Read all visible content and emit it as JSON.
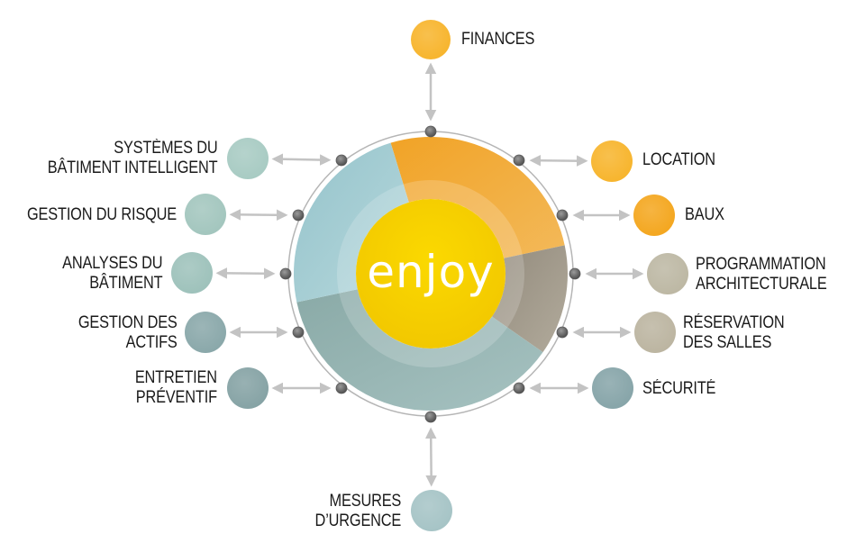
{
  "diagram": {
    "center_label": "enjoy",
    "colors": {
      "center": "#f7d100",
      "orange": "#f1a326",
      "taupe": "#a49c8c",
      "teal_dark": "#8fadaa",
      "light_blue": "#a8ced4",
      "node": "#6f6f6f",
      "ring": "#b5b5b5",
      "connector": "#c3c3c3"
    },
    "modules": [
      {
        "id": "finances",
        "lines": [
          "FINANCES"
        ],
        "color": "#f7b52e",
        "side": "top"
      },
      {
        "id": "location",
        "lines": [
          "LOCATION"
        ],
        "color": "#f7b52e",
        "side": "right"
      },
      {
        "id": "baux",
        "lines": [
          "BAUX"
        ],
        "color": "#f4a720",
        "side": "right"
      },
      {
        "id": "programmation-architecturale",
        "lines": [
          "PROGRAMMATION",
          "ARCHITECTURALE"
        ],
        "color": "#bdb8a4",
        "side": "right"
      },
      {
        "id": "reservation-des-salles",
        "lines": [
          "RÉSERVATION",
          "DES SALLES"
        ],
        "color": "#bcb5a1",
        "side": "right"
      },
      {
        "id": "securite",
        "lines": [
          "SÉCURITÉ"
        ],
        "color": "#87a5a9",
        "side": "right"
      },
      {
        "id": "mesures-d-urgence",
        "lines": [
          "MESURES",
          "D’URGENCE"
        ],
        "color": "#a6c4c6",
        "side": "bottom"
      },
      {
        "id": "entretien-preventif",
        "lines": [
          "ENTRETIEN",
          "PRÉVENTIF"
        ],
        "color": "#86a3a5",
        "side": "left"
      },
      {
        "id": "gestion-des-actifs",
        "lines": [
          "GESTION DES",
          "ACTIFS"
        ],
        "color": "#8aa8aa",
        "side": "left"
      },
      {
        "id": "analyses-du-batiment",
        "lines": [
          "ANALYSES DU",
          "BÂTIMENT"
        ],
        "color": "#9ec2bb",
        "side": "left"
      },
      {
        "id": "gestion-du-risque",
        "lines": [
          "GESTION DU RISQUE"
        ],
        "color": "#a3c6be",
        "side": "left"
      },
      {
        "id": "systemes-du-batiment-intelligent",
        "lines": [
          "SYSTÈMES DU",
          "BÂTIMENT INTELLIGENT"
        ],
        "color": "#a8cbc3",
        "side": "left"
      }
    ],
    "segments": [
      {
        "name": "orange-segment",
        "color": "#f1a326",
        "color2": "#f3b95a"
      },
      {
        "name": "taupe-segment",
        "color": "#928a7c",
        "color2": "#b2ab9c"
      },
      {
        "name": "teal-segment",
        "color": "#8aaaa7",
        "color2": "#a6c2c1"
      },
      {
        "name": "light-blue-segment",
        "color": "#95c3cb",
        "color2": "#b6d8dc"
      }
    ]
  }
}
